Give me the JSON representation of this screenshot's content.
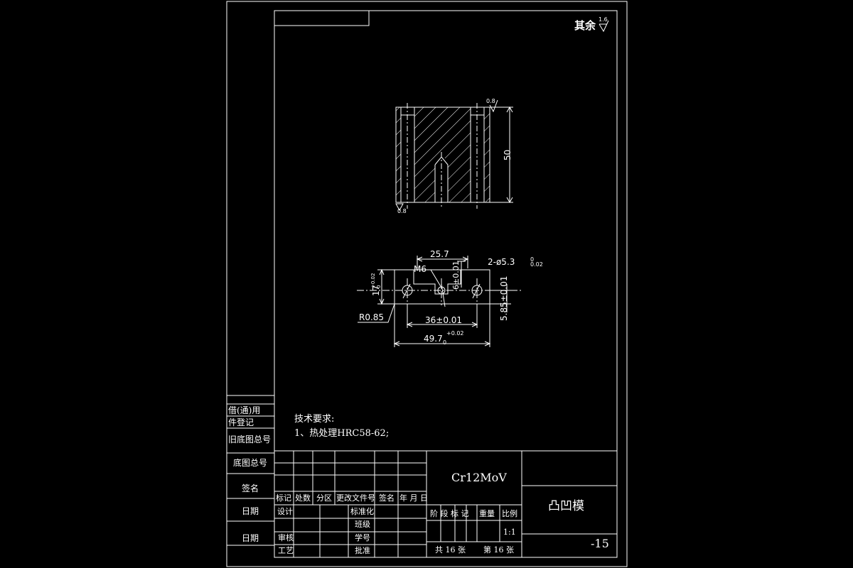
{
  "roughness": {
    "corner_label": "其余",
    "corner_value": "1.6",
    "side_value": "0.8",
    "bottom_value": "0.8"
  },
  "dimensions": {
    "height_50": "50",
    "width_25_7": "25.7",
    "m6": "M6",
    "tol_6_0_01": "6±0.01",
    "holes": "2-ø5.3",
    "holes_tol_upper": "0",
    "holes_tol_lower": "0.02",
    "dim_17": "17",
    "dim_17_upper": "+0.02",
    "dim_17_lower": "0",
    "r0_85": "R0.85",
    "dim_36": "36±0.01",
    "dim_49_7": "49.7",
    "dim_49_7_lower": "0",
    "dim_49_7_upper": "+0.02",
    "dim_5_85": "5.85±0.01"
  },
  "notes": {
    "title": "技术要求:",
    "item1": "1、热处理HRC58-62;"
  },
  "side_labels": {
    "l1": "借(通)用",
    "l2": "件登记",
    "l3": "旧底图总号",
    "l4": "底图总号",
    "l5": "签名",
    "l6": "日期",
    "l7": "日期"
  },
  "title_block": {
    "material": "Cr12MoV",
    "part_name": "凸凹模",
    "drawing_no": "-15",
    "rev_headers": [
      "标记",
      "处数",
      "分区",
      "更改文件号",
      "签名",
      "年 月 日"
    ],
    "design": "设计",
    "standardize": "标准化",
    "class": "班级",
    "student_no": "学号",
    "review": "审核",
    "process": "工艺",
    "approve": "批准",
    "stage_headers": [
      "阶 段 标 记",
      "重量",
      "比例"
    ],
    "scale": "1:1",
    "sheet_total": "共 16  张",
    "sheet_no": "第 16  张"
  }
}
